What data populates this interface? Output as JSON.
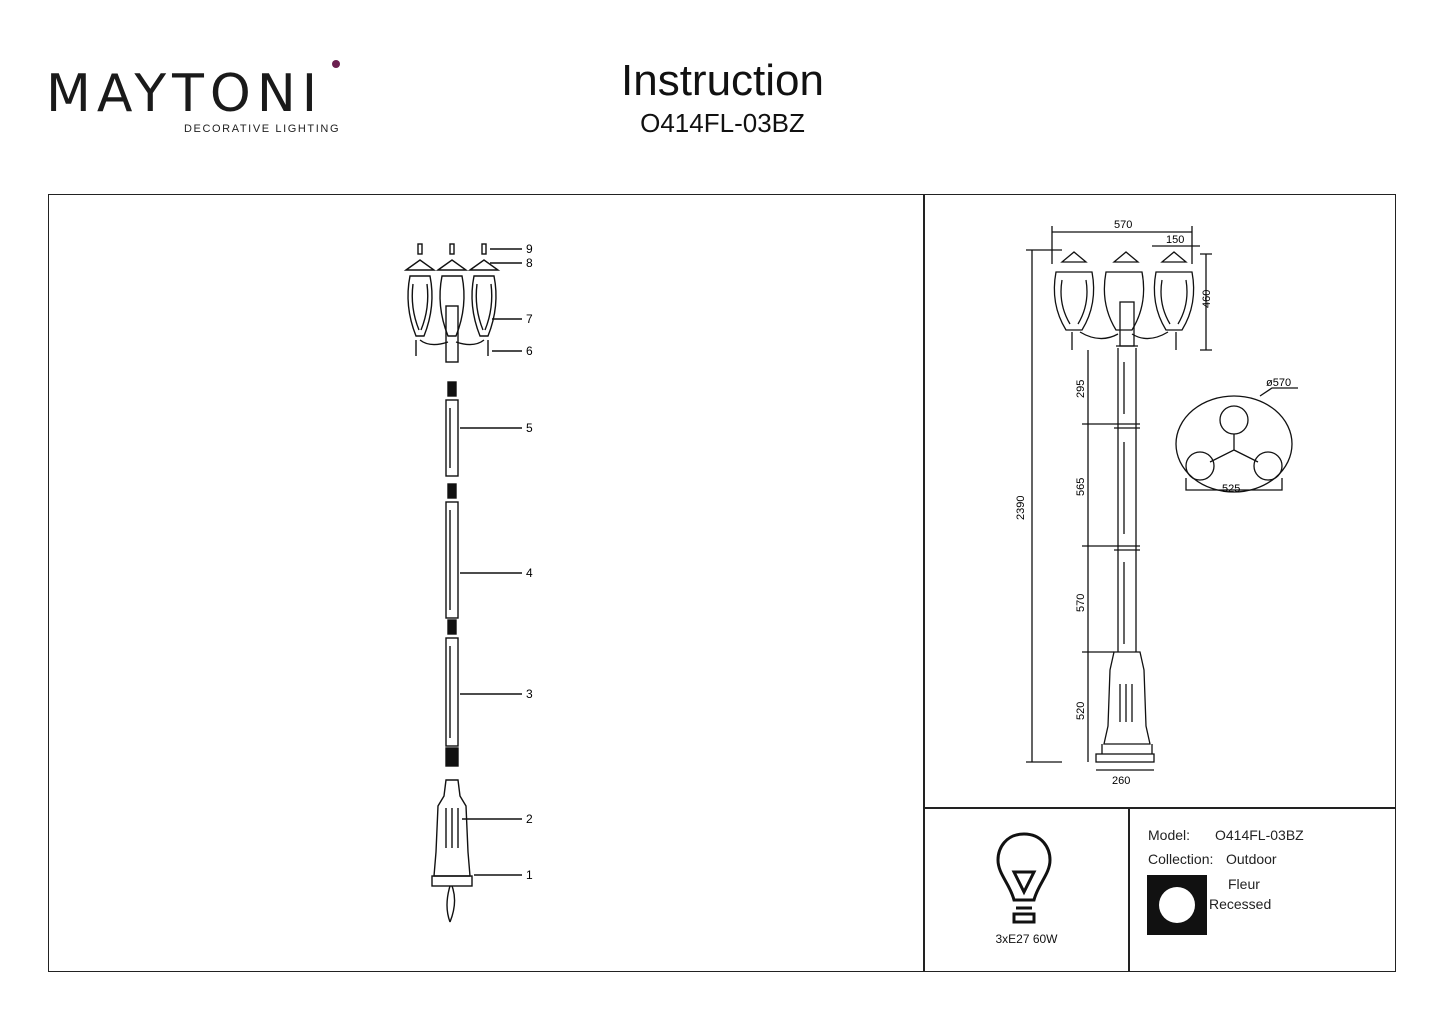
{
  "brand": {
    "name": "MAYTONI",
    "tagline": "DECORATIVE LIGHTING",
    "accent_color": "#6b1f4f"
  },
  "header": {
    "title": "Instruction",
    "model_code": "O414FL-03BZ"
  },
  "assembly_parts": [
    "9",
    "8",
    "7",
    "6",
    "5",
    "4",
    "3",
    "2",
    "1"
  ],
  "dimensions": {
    "total_width": "570",
    "shade_width": "150",
    "head_height": "460",
    "total_height": "2390",
    "seg_top": "295",
    "seg_upper": "565",
    "seg_middle": "570",
    "seg_base": "520",
    "base_width": "260",
    "top_view_diameter": "ø570",
    "top_view_span": "525"
  },
  "spec": {
    "lamp_icon": "bulb-icon",
    "lamp_caption": "3xE27 60W",
    "model_label": "Model:",
    "model_value": "O414FL-03BZ",
    "collection_label": "Collection:",
    "collection_value": "Outdoor",
    "collection_name": "Fleur",
    "install_icon": "recessed-icon",
    "install_type": "Recessed"
  }
}
